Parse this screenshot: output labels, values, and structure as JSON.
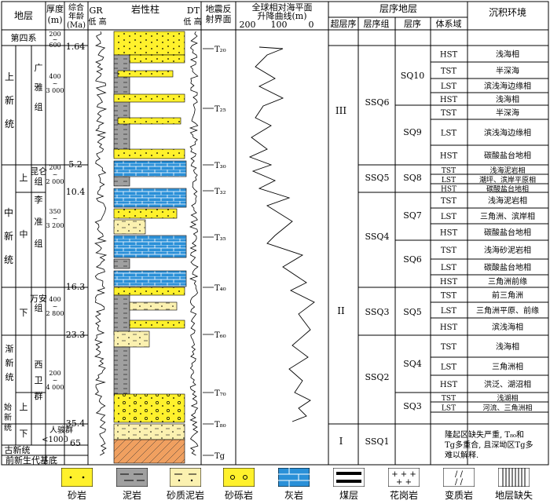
{
  "headers": {
    "stratum": "地层",
    "thickness": [
      "厚度",
      "(m)"
    ],
    "age": [
      "综合",
      "年龄",
      "(Ma)"
    ],
    "lithology": "岩性柱",
    "gr": "GR",
    "gr_scale": "低 高",
    "dt": "DT",
    "dt_scale": "低 高",
    "seismic": [
      "地震反",
      "射界面"
    ],
    "sealevel": [
      "全球相对海平面",
      "升降曲线(m)"
    ],
    "sealevel_ticks": [
      "200",
      "100",
      "0"
    ],
    "sequence_strat": "层序地层",
    "supersequence": "超层序",
    "sequence_group": "层序组",
    "sequence": "层序",
    "systems_tract": "体系域",
    "environment": "沉积环境"
  },
  "stratigraphy": {
    "system_quaternary": "第四系",
    "system_neogene": [
      "中",
      "新",
      "统"
    ],
    "system_upper_neogene": [
      "上",
      "新",
      "统"
    ],
    "system_paleogene": "古新统",
    "system_pretertiary": "前新生代基底",
    "oligocene": [
      "渐",
      "新",
      "统"
    ],
    "eocene": [
      "始",
      "新",
      "统"
    ],
    "sub_upper": "上",
    "sub_middle": "中",
    "sub_lower": "下",
    "groups": [
      {
        "name": [
          "广",
          "雅",
          "组"
        ],
        "thickness": [
          "400",
          "~",
          "3 000"
        ]
      },
      {
        "name": [
          "昆仑",
          "组"
        ],
        "thickness": [
          "200",
          "~",
          "2 000"
        ]
      },
      {
        "name": [
          "李",
          "准",
          "组"
        ],
        "thickness": [
          "350",
          "~",
          "3 200"
        ]
      },
      {
        "name": [
          "万安",
          "组"
        ],
        "thickness": [
          "400",
          "~",
          "2 800"
        ]
      },
      {
        "name": [
          "西",
          "卫",
          "群"
        ],
        "thickness": [
          "200",
          "~",
          "4 000"
        ]
      },
      {
        "name": [
          "人骏群",
          "<1000"
        ],
        "thickness": []
      }
    ],
    "quaternary_thickness": [
      "200",
      "~",
      "600"
    ]
  },
  "ages": [
    "1.64",
    "5.2",
    "10.4",
    "16.3",
    "23.3",
    "35.4",
    "65"
  ],
  "horizons": [
    "T₂₀",
    "T₂₅",
    "T₃₀",
    "T₃₂",
    "T₃₅",
    "T₄₀",
    "T₆₀",
    "T₇₀",
    "T₈₀",
    "Tg"
  ],
  "supersequences": [
    "III",
    "II",
    "I"
  ],
  "sequence_groups": [
    "SSQ6",
    "SSQ5",
    "SSQ4",
    "SSQ3",
    "SSQ2",
    "SSQ1"
  ],
  "sequences": [
    "SQ10",
    "SQ9",
    "SQ8",
    "SQ7",
    "SQ6",
    "SQ5",
    "SQ4",
    "SQ3"
  ],
  "systems_tracts": [
    "HST",
    "TST",
    "LST",
    "HST",
    "TST",
    "LST",
    "HST",
    "TST",
    "LST",
    "HST",
    "TST",
    "LST",
    "HST",
    "TST",
    "LST",
    "HST",
    "TST",
    "LST",
    "HST",
    "TST",
    "LST",
    "HST",
    "TST",
    "LST"
  ],
  "environments": [
    "浅海相",
    "半深海",
    "滨浅海边缘相",
    "浅海相",
    "半深海",
    "滨浅海边缘相",
    "碳酸盐台地相",
    "浅海泥岩相",
    "潮坪、滨岸平原相",
    "碳酸盐台地相",
    "浅海泥岩相",
    "三角洲、滨岸相",
    "碳酸盐台地相",
    "浅海砂泥岩相",
    "碳酸盐台地相",
    "三角洲前缘",
    "前三角洲",
    "三角洲平原、前缘",
    "滨浅海相",
    "浅海相",
    "三角洲相",
    "洪泛、湖沼相",
    "浅湖相",
    "河流、三角洲相"
  ],
  "ssq1_note": [
    "隆起区缺失严重, T₈₀和",
    "Tg多重合, 且深坳区Tg多",
    "难以解释."
  ],
  "legend": [
    {
      "key": "sandstone",
      "label": "砂岩"
    },
    {
      "key": "mudstone",
      "label": "泥岩"
    },
    {
      "key": "sandy-mudstone",
      "label": "砂质泥岩"
    },
    {
      "key": "conglomerate",
      "label": "砂砾岩"
    },
    {
      "key": "limestone",
      "label": "灰岩"
    },
    {
      "key": "coal",
      "label": "煤层"
    },
    {
      "key": "granite",
      "label": "花岗岩"
    },
    {
      "key": "metamorphic",
      "label": "变质岩"
    },
    {
      "key": "hiatus",
      "label": "地层缺失"
    }
  ],
  "colors": {
    "sand": "#fff12c",
    "limestone": "#2a90d8",
    "sandy_mud": "#fbf1b0",
    "mud": "#9a9a9a",
    "basement": "#f0a060"
  }
}
